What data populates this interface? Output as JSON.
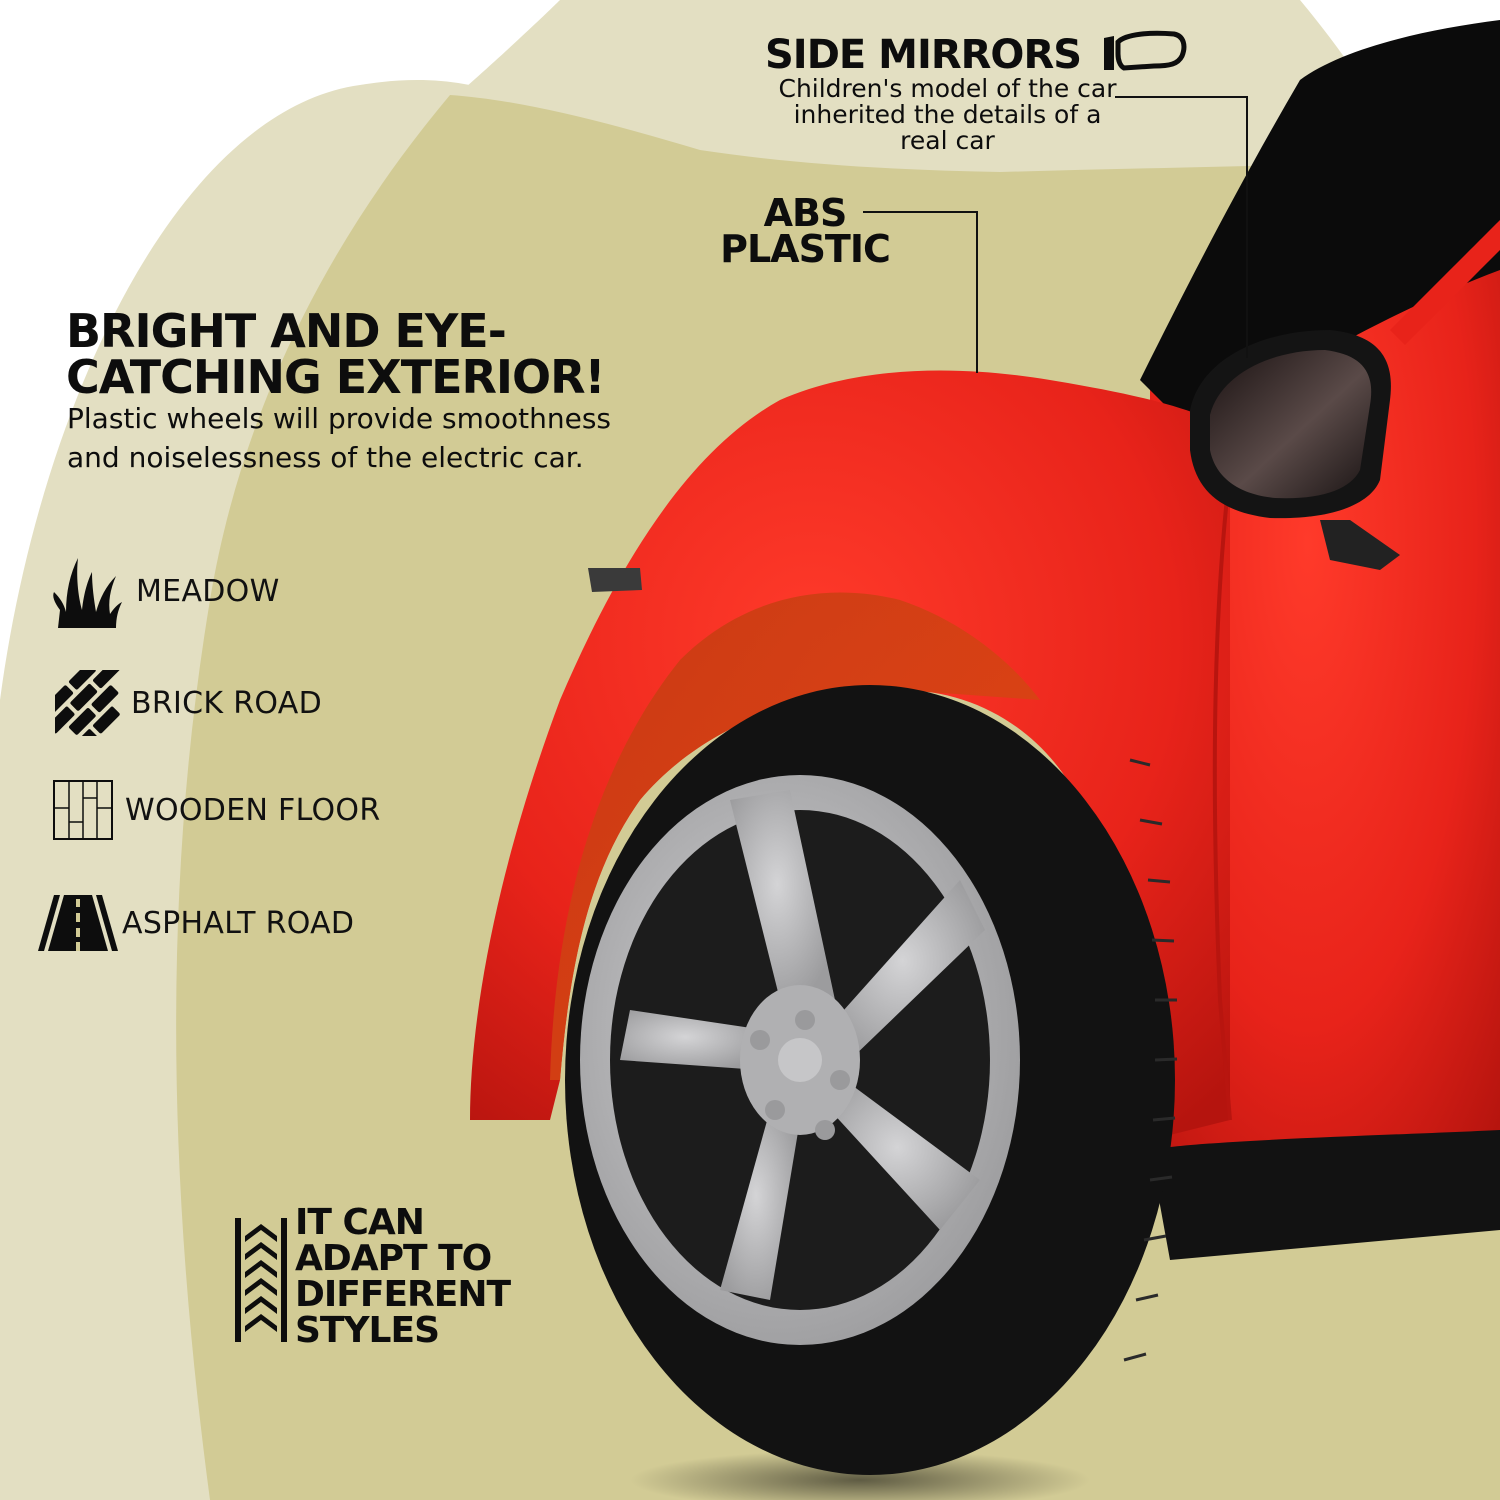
{
  "callouts": {
    "side_mirrors": {
      "title": "SIDE MIRRORS",
      "description": "Children's model of the car inherited the details of a real car",
      "icon": "side-mirror-icon"
    },
    "abs_plastic": {
      "line1": "ABS",
      "line2": "PLASTIC"
    }
  },
  "headline": {
    "line1": "BRIGHT AND EYE-",
    "line2": "CATCHING EXTERIOR!",
    "body": "Plastic wheels will provide smoothness and noiselessness of the electric car."
  },
  "surfaces": [
    {
      "label": "MEADOW",
      "icon": "grass-icon"
    },
    {
      "label": "BRICK ROAD",
      "icon": "brick-icon"
    },
    {
      "label": "WOODEN FLOOR",
      "icon": "wood-floor-icon"
    },
    {
      "label": "ASPHALT ROAD",
      "icon": "road-icon"
    }
  ],
  "adapt": {
    "lines": [
      "IT CAN",
      "ADAPT TO",
      "DIFFERENT",
      "STYLES"
    ],
    "icon": "tire-tread-icon"
  },
  "colors": {
    "bg_light": "#e3dfc2",
    "bg_dark": "#d2cb95",
    "car_red": "#e8231a",
    "tire_black": "#121212",
    "rim_silver": "#b8b8ba"
  }
}
